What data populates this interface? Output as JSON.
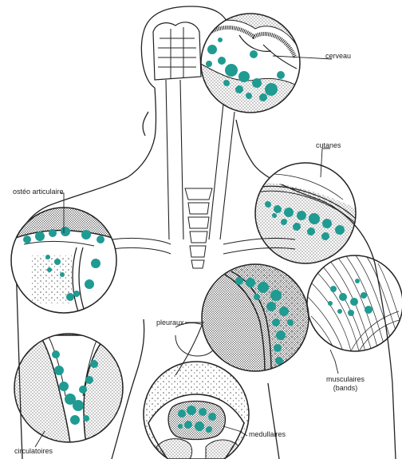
{
  "labels": {
    "cerveau": "cerveau",
    "cutanes": "cutanes",
    "osteo_articulaire": "ostéo articulaire",
    "pleuraux": "pleuraux",
    "musculaires_line1": "musculaires",
    "musculaires_line2": "(bands)",
    "medullaires": "medullaires",
    "circulatoires": "circulatoires"
  },
  "colors": {
    "lesion": "#1f9b92",
    "line": "#222222",
    "background": "#ffffff"
  }
}
